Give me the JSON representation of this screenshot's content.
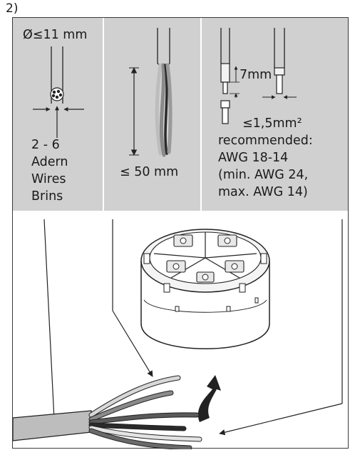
{
  "step_label": "2)",
  "panel_diameter": {
    "max_diameter": "Ø≤11 mm",
    "wire_count": "2 - 6",
    "label_de": "Adern",
    "label_en": "Wires",
    "label_fr": "Brins"
  },
  "panel_strip": {
    "strip_length": "≤ 50 mm"
  },
  "panel_gauge": {
    "ferrule_length": "7mm",
    "cross_section": "≤1,5mm²",
    "recommended": "recommended:",
    "awg_range": "AWG 18-14",
    "awg_min": "(min. AWG 24,",
    "awg_max": "max. AWG 14)"
  },
  "colors": {
    "panel_gray": "#d0d0d0",
    "line": "#2a2a2a",
    "wire_dark": "#3a3a3a",
    "wire_mid": "#7a7a7a",
    "wire_light": "#bdbdbd"
  }
}
